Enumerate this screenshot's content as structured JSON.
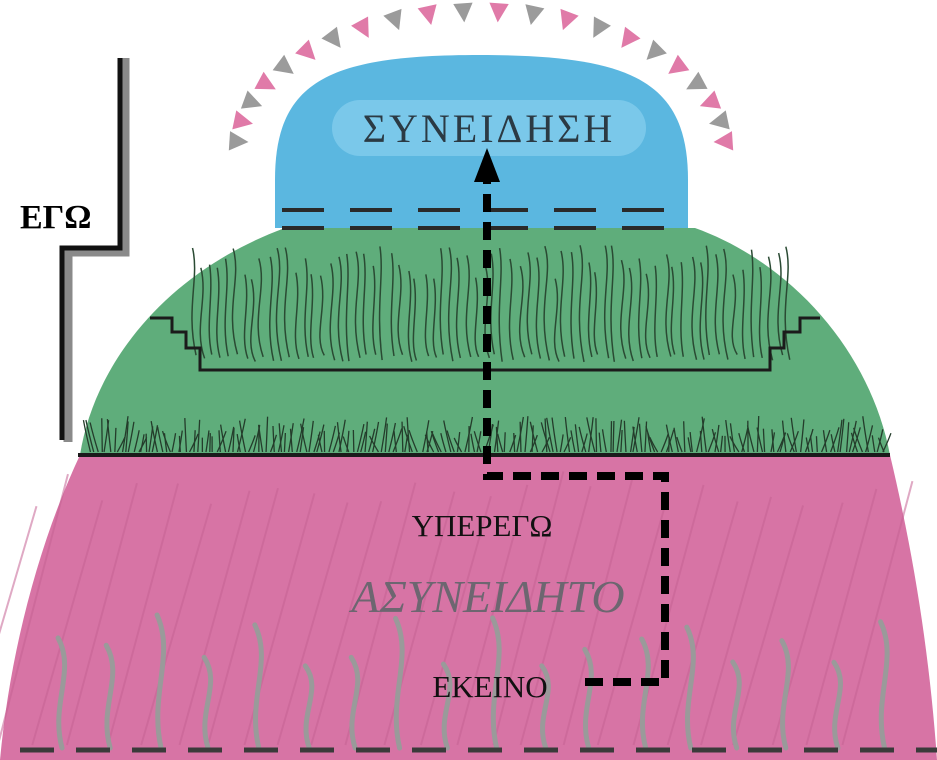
{
  "labels": {
    "ego": "ΕΓΩ",
    "conscious": "ΣΥΝΕΙΔΗΣΗ",
    "superego": "ΥΠΕΡΕΓΩ",
    "unconscious": "ΑΣΥΝΕΙΔΗΤΟ",
    "id": "ΕΚΕΙΝΟ"
  },
  "colors": {
    "conscious_layer": "#5bb7e0",
    "ego_layer": "#5fad7b",
    "unconscious_layer": "#d774a5",
    "triangle_pink": "#e07aa8",
    "triangle_gray": "#9b9b9b",
    "dashed_path": "#000000"
  }
}
